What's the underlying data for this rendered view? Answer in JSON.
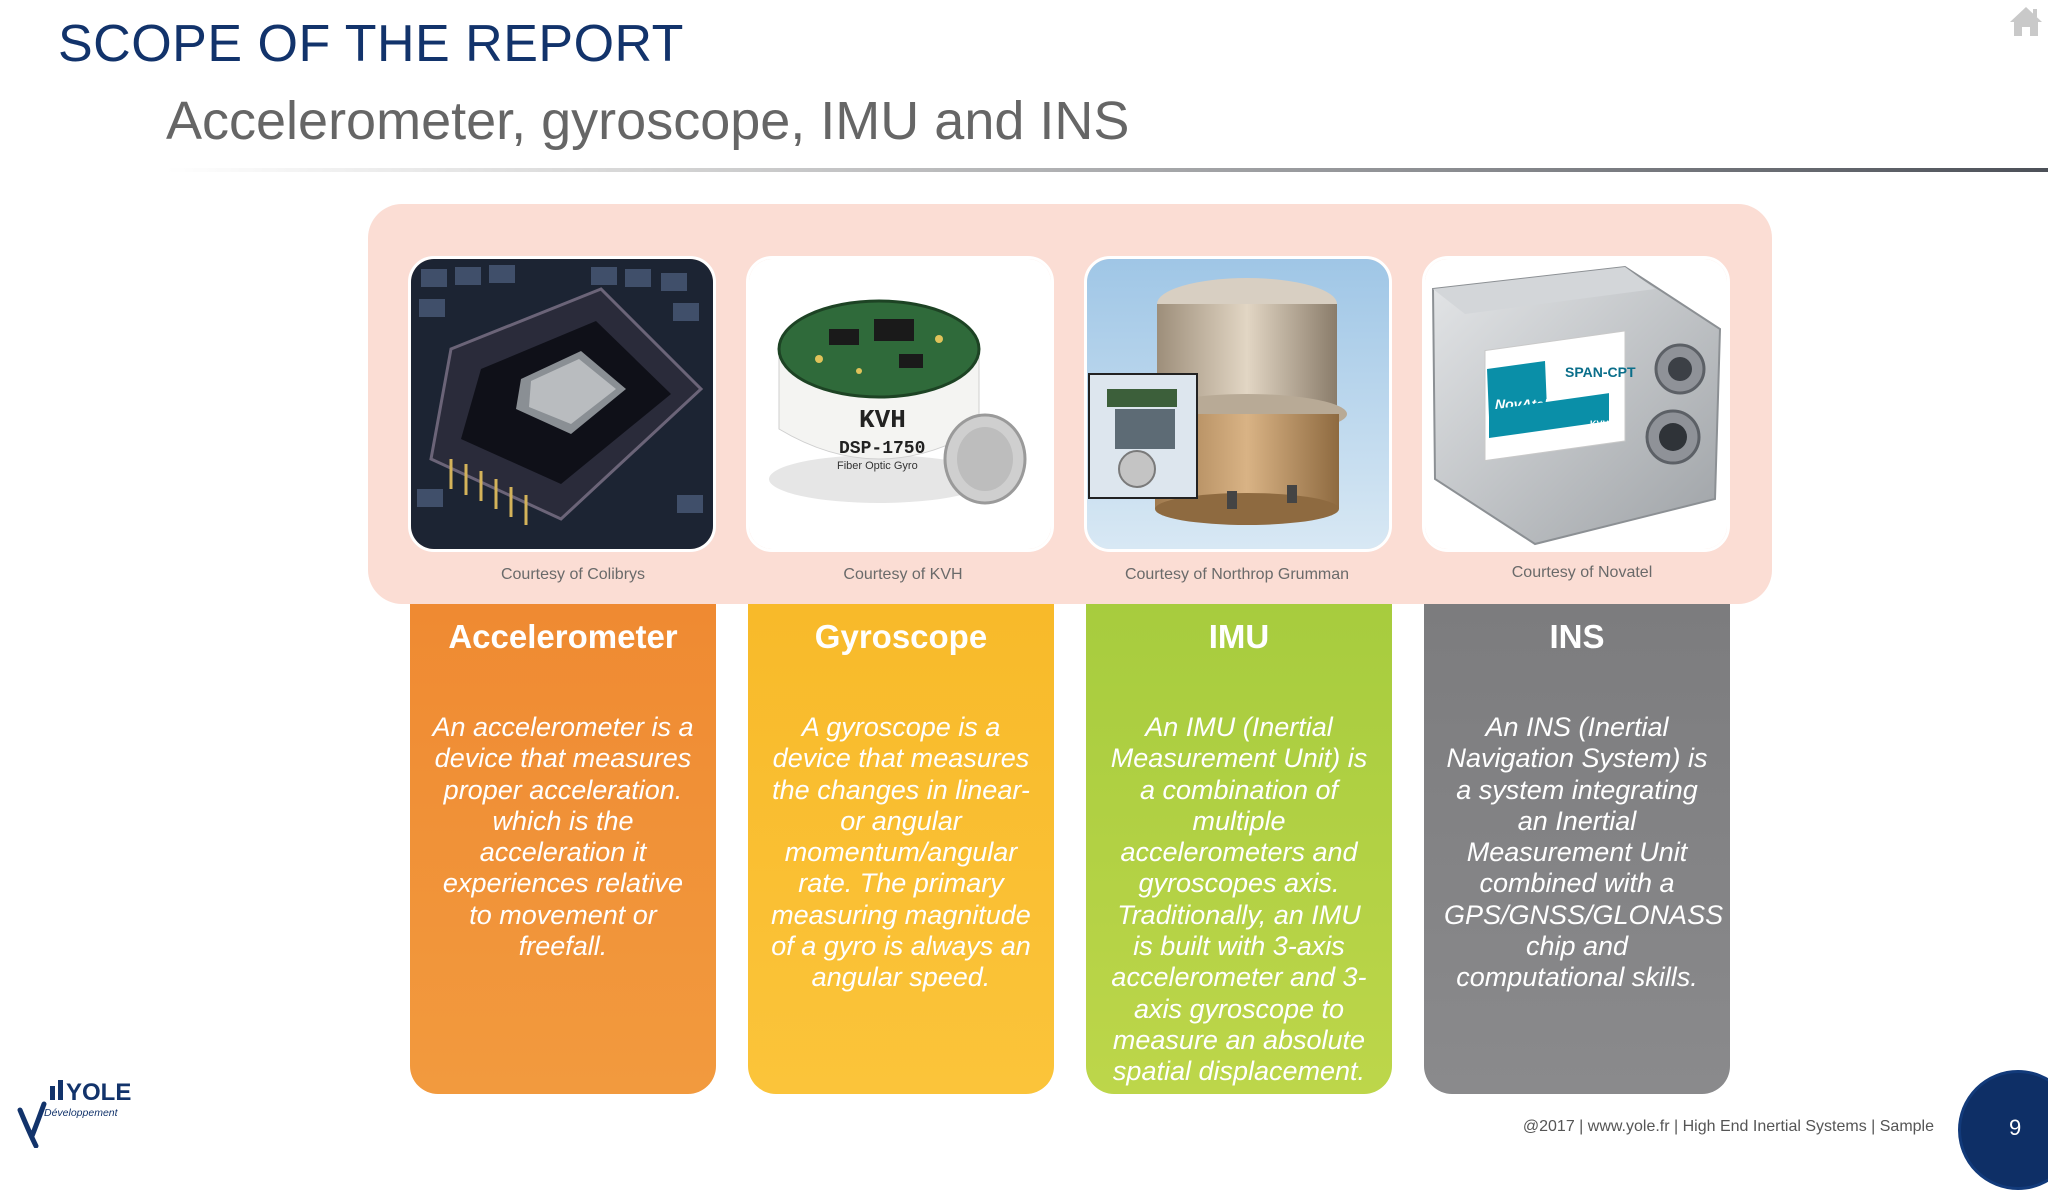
{
  "header": {
    "title": "SCOPE OF THE REPORT",
    "subtitle": "Accelerometer, gyroscope, IMU and INS"
  },
  "icons": {
    "home": "home-icon"
  },
  "devices": [
    {
      "caption": "Courtesy of Colibrys",
      "title": "Accelerometer",
      "description": "An accelerometer is a device that measures proper acceleration. which is the acceleration it experiences relative to movement or freefall.",
      "color": "#f08f35"
    },
    {
      "caption": "Courtesy of KVH",
      "title": "Gyroscope",
      "description": "A gyroscope is a device that measures the changes in linear- or angular momentum/angular rate. The primary measuring magnitude of a gyro is always an angular speed.",
      "color": "#f9bd30",
      "photo_text": {
        "brand": "KVH",
        "model": "DSP-1750",
        "sub": "Fiber Optic Gyro"
      }
    },
    {
      "caption": "Courtesy of Northrop Grumman",
      "title": "IMU",
      "description": "An IMU (Inertial Measurement Unit) is a combination of multiple accelerometers and gyroscopes axis. Traditionally, an IMU is built with 3-axis accelerometer and 3-axis gyroscope to measure an absolute spatial displacement.",
      "color": "#afd044"
    },
    {
      "caption": "Courtesy of Novatel",
      "title": "INS",
      "description": "An INS (Inertial Navigation System) is a system integrating an Inertial Measurement Unit combined with a GPS/GNSS/GLONASS chip and computational skills.",
      "color": "#828284",
      "photo_text": {
        "product": "SPAN-CPT",
        "brand": "NovAtel",
        "partner": "KVH"
      }
    }
  ],
  "logo": {
    "name": "YOLE",
    "sub": "Développement"
  },
  "footer": {
    "text": "@2017 | www.yole.fr | High End Inertial Systems | Sample",
    "page": "9"
  }
}
